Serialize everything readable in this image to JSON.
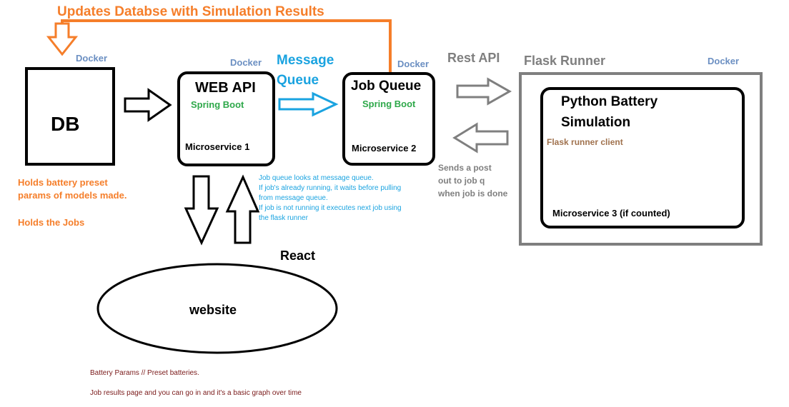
{
  "title": "Updates Databse with Simulation Results",
  "db": {
    "docker": "Docker",
    "label": "DB",
    "note_line1": "Holds battery preset",
    "note_line2": "params of models made.",
    "note_line3": "Holds the Jobs"
  },
  "web_api": {
    "docker": "Docker",
    "title": "WEB API",
    "framework": "Spring Boot",
    "service": "Microservice 1"
  },
  "message_queue": {
    "line1": "Message",
    "line2": "Queue"
  },
  "job_queue": {
    "docker": "Docker",
    "title": "Job Queue",
    "framework": "Spring Boot",
    "service": "Microservice 2",
    "note": [
      "Job queue looks at message queue.",
      "If job's already running, it waits before pulling",
      "from message queue.",
      "If job is not running it executes next job using",
      "the flask runner"
    ],
    "post_note": [
      "Sends a post",
      "out to job q",
      "when job is done"
    ]
  },
  "rest_api": "Rest API",
  "flask_runner": {
    "label": "Flask Runner",
    "docker": "Docker",
    "title_line1": "Python Battery",
    "title_line2": "Simulation",
    "client": "Flask runner client",
    "service": "Microservice 3 (if counted)"
  },
  "website": {
    "label": "website",
    "framework": "React",
    "note1": "Battery Params // Preset batteries.",
    "note2": "Job results page and you can go in and it's a basic graph over time"
  },
  "colors": {
    "orange": "#f57e2a",
    "blue": "#1aa3e0",
    "green": "#2ea84a",
    "docker": "#6b8fc2",
    "gray": "#7f7f7f",
    "brown": "#a0724e",
    "darkred": "#7a1a1a"
  }
}
